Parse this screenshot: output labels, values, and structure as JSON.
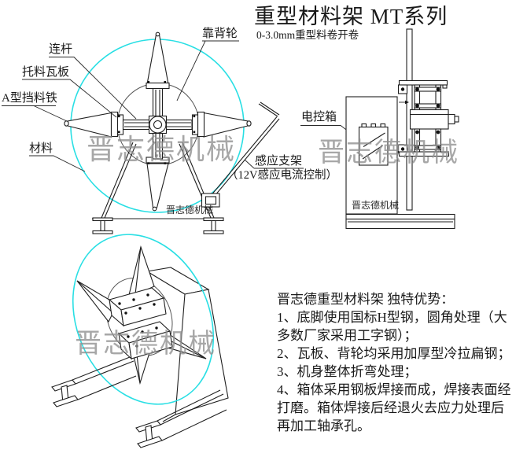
{
  "title": "重型材料架 MT系列",
  "subtitle": "0-3.0mm重型料卷开卷",
  "watermark_text": "晋志德机械",
  "brand_small_text": "晋志德机械",
  "front_view": {
    "labels": {
      "back_wheel": "靠背轮",
      "link_rod": "连杆",
      "support_shoe_plate": "托料瓦板",
      "a_type_stop_iron": "A型挡料铁",
      "material": "材料",
      "sensor_bracket": "感应支架",
      "sensor_note": "（12V感应电流控制）"
    }
  },
  "side_view": {
    "labels": {
      "control_box": "电控箱"
    }
  },
  "advantages": {
    "lines": [
      "晋志德重型材料架 独特优势：",
      "1、底脚使用国标H型钢，圆角处理（大",
      "多数厂家采用工字钢）；",
      "2、瓦板、背轮均采用加厚型冷拉扁钢；",
      "3、机身整体折弯处理；",
      "4、箱体采用钢板焊接而成，焊接表面经",
      "打磨。箱体焊接后经退火去应力处理后",
      "再加工轴承孔。"
    ]
  },
  "colors": {
    "coil_outline": "#29dfe4",
    "line_art": "#1f1f1f",
    "watermark": "#8f8f8f"
  }
}
